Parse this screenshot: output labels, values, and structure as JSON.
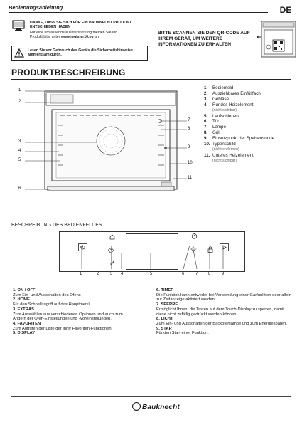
{
  "header": {
    "title": "Bedienungsanleitung",
    "lang": "DE"
  },
  "notice": {
    "thanks": "DANKE, DASS SIE SICH FÜR EIN BAUKNECHT PRODUKT ENTSCHIEDEN HABEN",
    "register_line1": "Für eine umfassendere Unterstützung melden Sie Ihr",
    "register_line2": "Produkt bitte unter ",
    "register_url": "www.register10.eu",
    "register_suffix": " an",
    "warning": "Lesen Sie vor Gebrauch des Geräts die Sicherheitshinweise aufmerksam durch."
  },
  "qr": {
    "text": "BITTE SCANNEN SIE DEN QR-CODE AUF IHREM GERÄT, UM WEITERE INFORMATIONEN ZU ERHALTEN"
  },
  "section_title": "PRODUKTBESCHREIBUNG",
  "oven_callouts": [
    "1",
    "2",
    "3",
    "4",
    "5",
    "6",
    "7",
    "8",
    "9",
    "10",
    "11"
  ],
  "parts": [
    {
      "num": "1.",
      "label": "Bedienfeld",
      "sub": ""
    },
    {
      "num": "2.",
      "label": "Ausziehbares Einfüllfach",
      "sub": ""
    },
    {
      "num": "3.",
      "label": "Gebläse",
      "sub": ""
    },
    {
      "num": "4.",
      "label": "Rundes Heizelement",
      "sub": "(nicht sichtbar)"
    },
    {
      "num": "5.",
      "label": "Laufschienen",
      "sub": ""
    },
    {
      "num": "6.",
      "label": "Tür",
      "sub": ""
    },
    {
      "num": "7.",
      "label": "Lampe",
      "sub": ""
    },
    {
      "num": "8.",
      "label": "Grill",
      "sub": ""
    },
    {
      "num": "9.",
      "label": "Einsetzpunkt der Speisensonde",
      "sub": ""
    },
    {
      "num": "10.",
      "label": "Typenschild",
      "sub": "(nicht entfernen)"
    },
    {
      "num": "11.",
      "label": "Unteres Heizelement",
      "sub": "(nicht sichtbar)"
    }
  ],
  "panel_title": "BESCHREIBUNG DES BEDIENFELDES",
  "panel_callouts": [
    "1",
    "2",
    "3",
    "4",
    "5",
    "6",
    "7",
    "8",
    "9"
  ],
  "desc_left": [
    {
      "title": "1. ON / OFF",
      "text": "Zum Ein- und Ausschalten des Ofens"
    },
    {
      "title": "2. HOME",
      "text": "Für den Schnellzugriff auf das Hauptmenü."
    },
    {
      "title": "3. EXTRAS",
      "text": "Zum Auswählen aus verschiedenen Optionen und auch zum Ändern der Ofen-Einstellungen und -Voreinstellungen."
    },
    {
      "title": "4. FAVORITEN",
      "text": "Zum Aufrufen der Liste der Ihrer Favoriten-Funktionen."
    },
    {
      "title": "5. DISPLAY",
      "text": ""
    }
  ],
  "desc_right": [
    {
      "title": "6. TIMER",
      "text": "Die Funktion kann entweder bei Verwendung einer Garfunktion oder allein zur Zeitanzeige aktiviert werden."
    },
    {
      "title": "7. SPERRE",
      "text": "Ermöglicht Ihnen, die Tasten auf dem Touch-Display zu sperren, damit diese nicht zufällig gedrückt werden können."
    },
    {
      "title": "8. LICHT",
      "text": "Zum Ein- und Ausschalten der Backofenlampe und zum Energiesparen."
    },
    {
      "title": "9. START",
      "text": "Für den Start einer Funktion."
    }
  ],
  "brand": "Bauknecht"
}
